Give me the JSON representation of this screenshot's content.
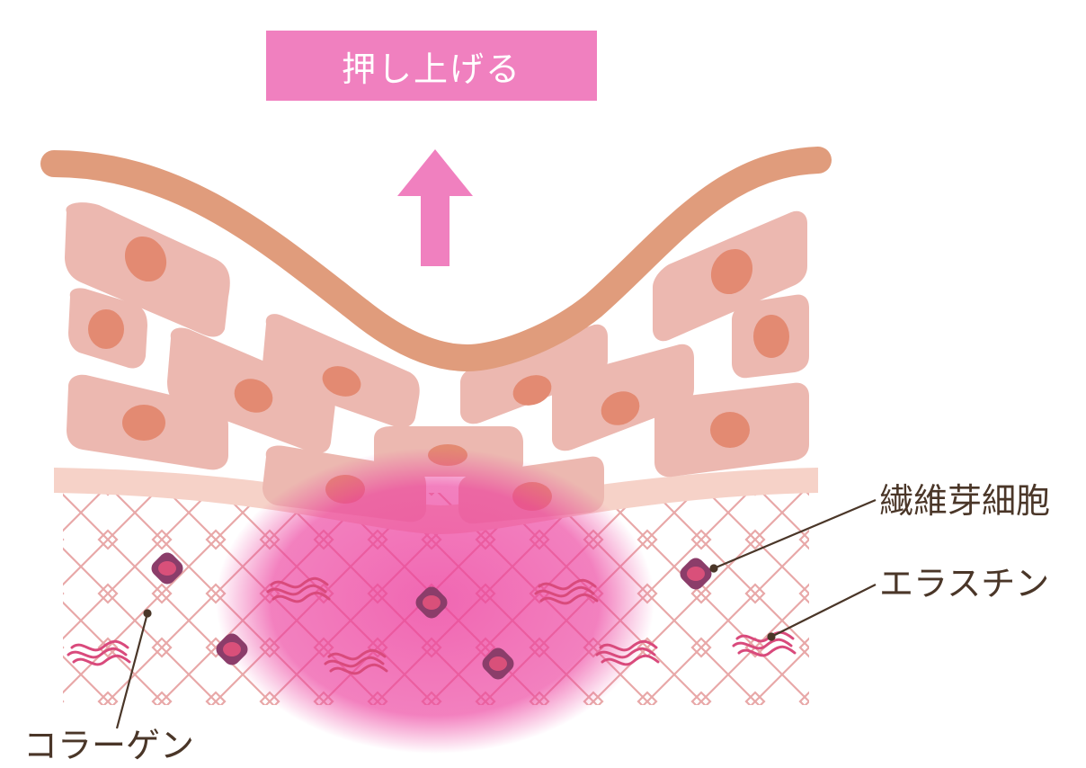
{
  "banner": {
    "text": "押し上げる",
    "color": "#f080bf"
  },
  "labels": {
    "fibroblast": "繊維芽細胞",
    "elastin": "エラスチン",
    "collagen": "コラーゲン"
  },
  "colors": {
    "surface_line": "#e09c7c",
    "cell_body": "#ecb8b0",
    "cell_nucleus": "#e38a72",
    "dermis_band": "#f6d2c8",
    "collagen_mesh": "#e8a8a8",
    "pink_glow": "#ec3c9c",
    "arrow": "#f080bf",
    "fibroblast_cell": "#8b3d6a",
    "fibroblast_core": "#d9507a",
    "elastin_fiber": "#d94a7c",
    "leader_line": "#4a3628"
  }
}
